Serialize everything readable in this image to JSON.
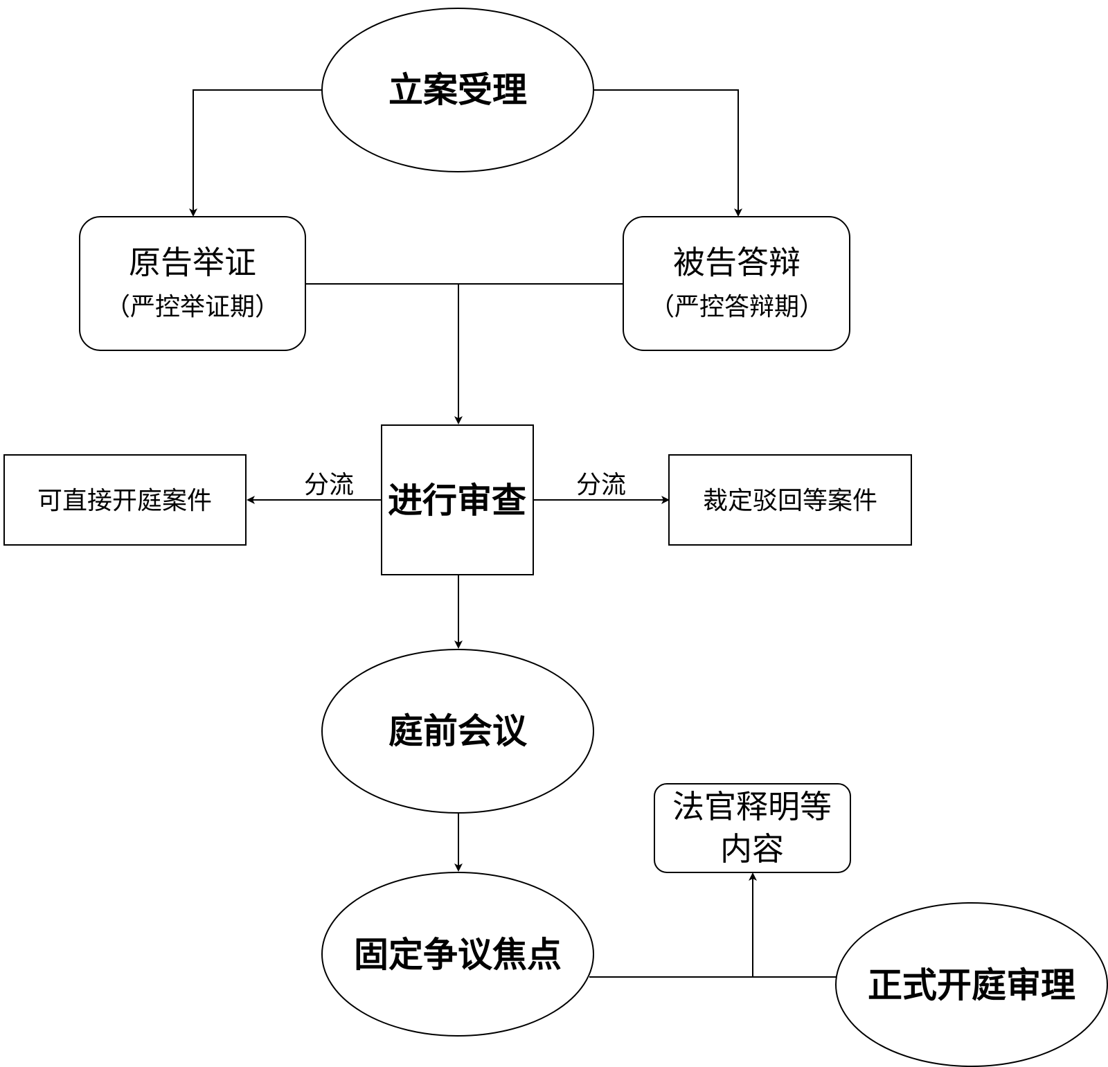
{
  "nodes": {
    "case_filing": "立案受理",
    "plaintiff_evidence": {
      "title": "原告举证",
      "subtitle": "（严控举证期）"
    },
    "defendant_reply": {
      "title": "被告答辩",
      "subtitle": "（严控答辩期）"
    },
    "review": "进行审查",
    "direct_trial_cases": "可直接开庭案件",
    "dismissal_cases": "裁定驳回等案件",
    "pretrial_meeting": "庭前会议",
    "fix_dispute_focus": "固定争议焦点",
    "judge_explanation": {
      "line1": "法官释明等",
      "line2": "内容"
    },
    "formal_trial": "正式开庭审理"
  },
  "edges": {
    "left_diversion_label": "分流",
    "right_diversion_label": "分流"
  }
}
